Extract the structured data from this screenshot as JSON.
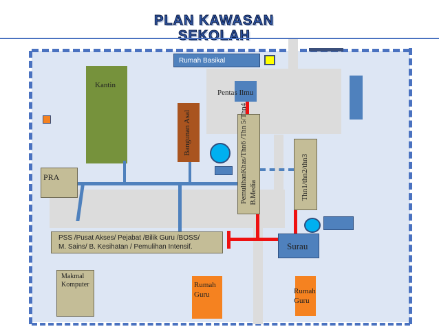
{
  "title": {
    "line1": "PLAN KAWASAN",
    "line2": "SEKOLAH"
  },
  "labels": {
    "rumah_basikal": "Rumah Basikal",
    "kantin": "Kantin",
    "pentas_ilmu": "Pentas Ilmu",
    "bangunan_asal": "Bangunan Asal",
    "pemulihan": "PemulihanKhas/Thn6 /Thn 5/Thn4",
    "pemulihan_media": "B.Media",
    "thn123": "Thn1/thn2/thn3",
    "pra": "PRA",
    "pss_line1": "PSS  /Pusat Akses/ Pejabat /Bilik Guru /BOSS/",
    "pss_line2": "M. Sains/ B. Kesihatan / Pemulihan  Intensif.",
    "surau": "Surau",
    "makmal_line1": "Makmal",
    "makmal_line2": "Komputer",
    "rumah_guru_1_line1": "Rumah",
    "rumah_guru_1_line2": "Guru",
    "rumah_guru_2_line1": "Rumah",
    "rumah_guru_2_line2": "Guru"
  },
  "colors": {
    "ground": "#dde6f4",
    "fence": "#4a72c0",
    "path_gray": "#dcdcdc",
    "kantin": "#76923c",
    "bangunan_asal": "#a9541f",
    "khaki": "#c4bd97",
    "orange": "#f58220",
    "blue": "#4f81bd",
    "cyan": "#00b0f0",
    "red": "#ee1111",
    "yellow": "#ffff00"
  }
}
